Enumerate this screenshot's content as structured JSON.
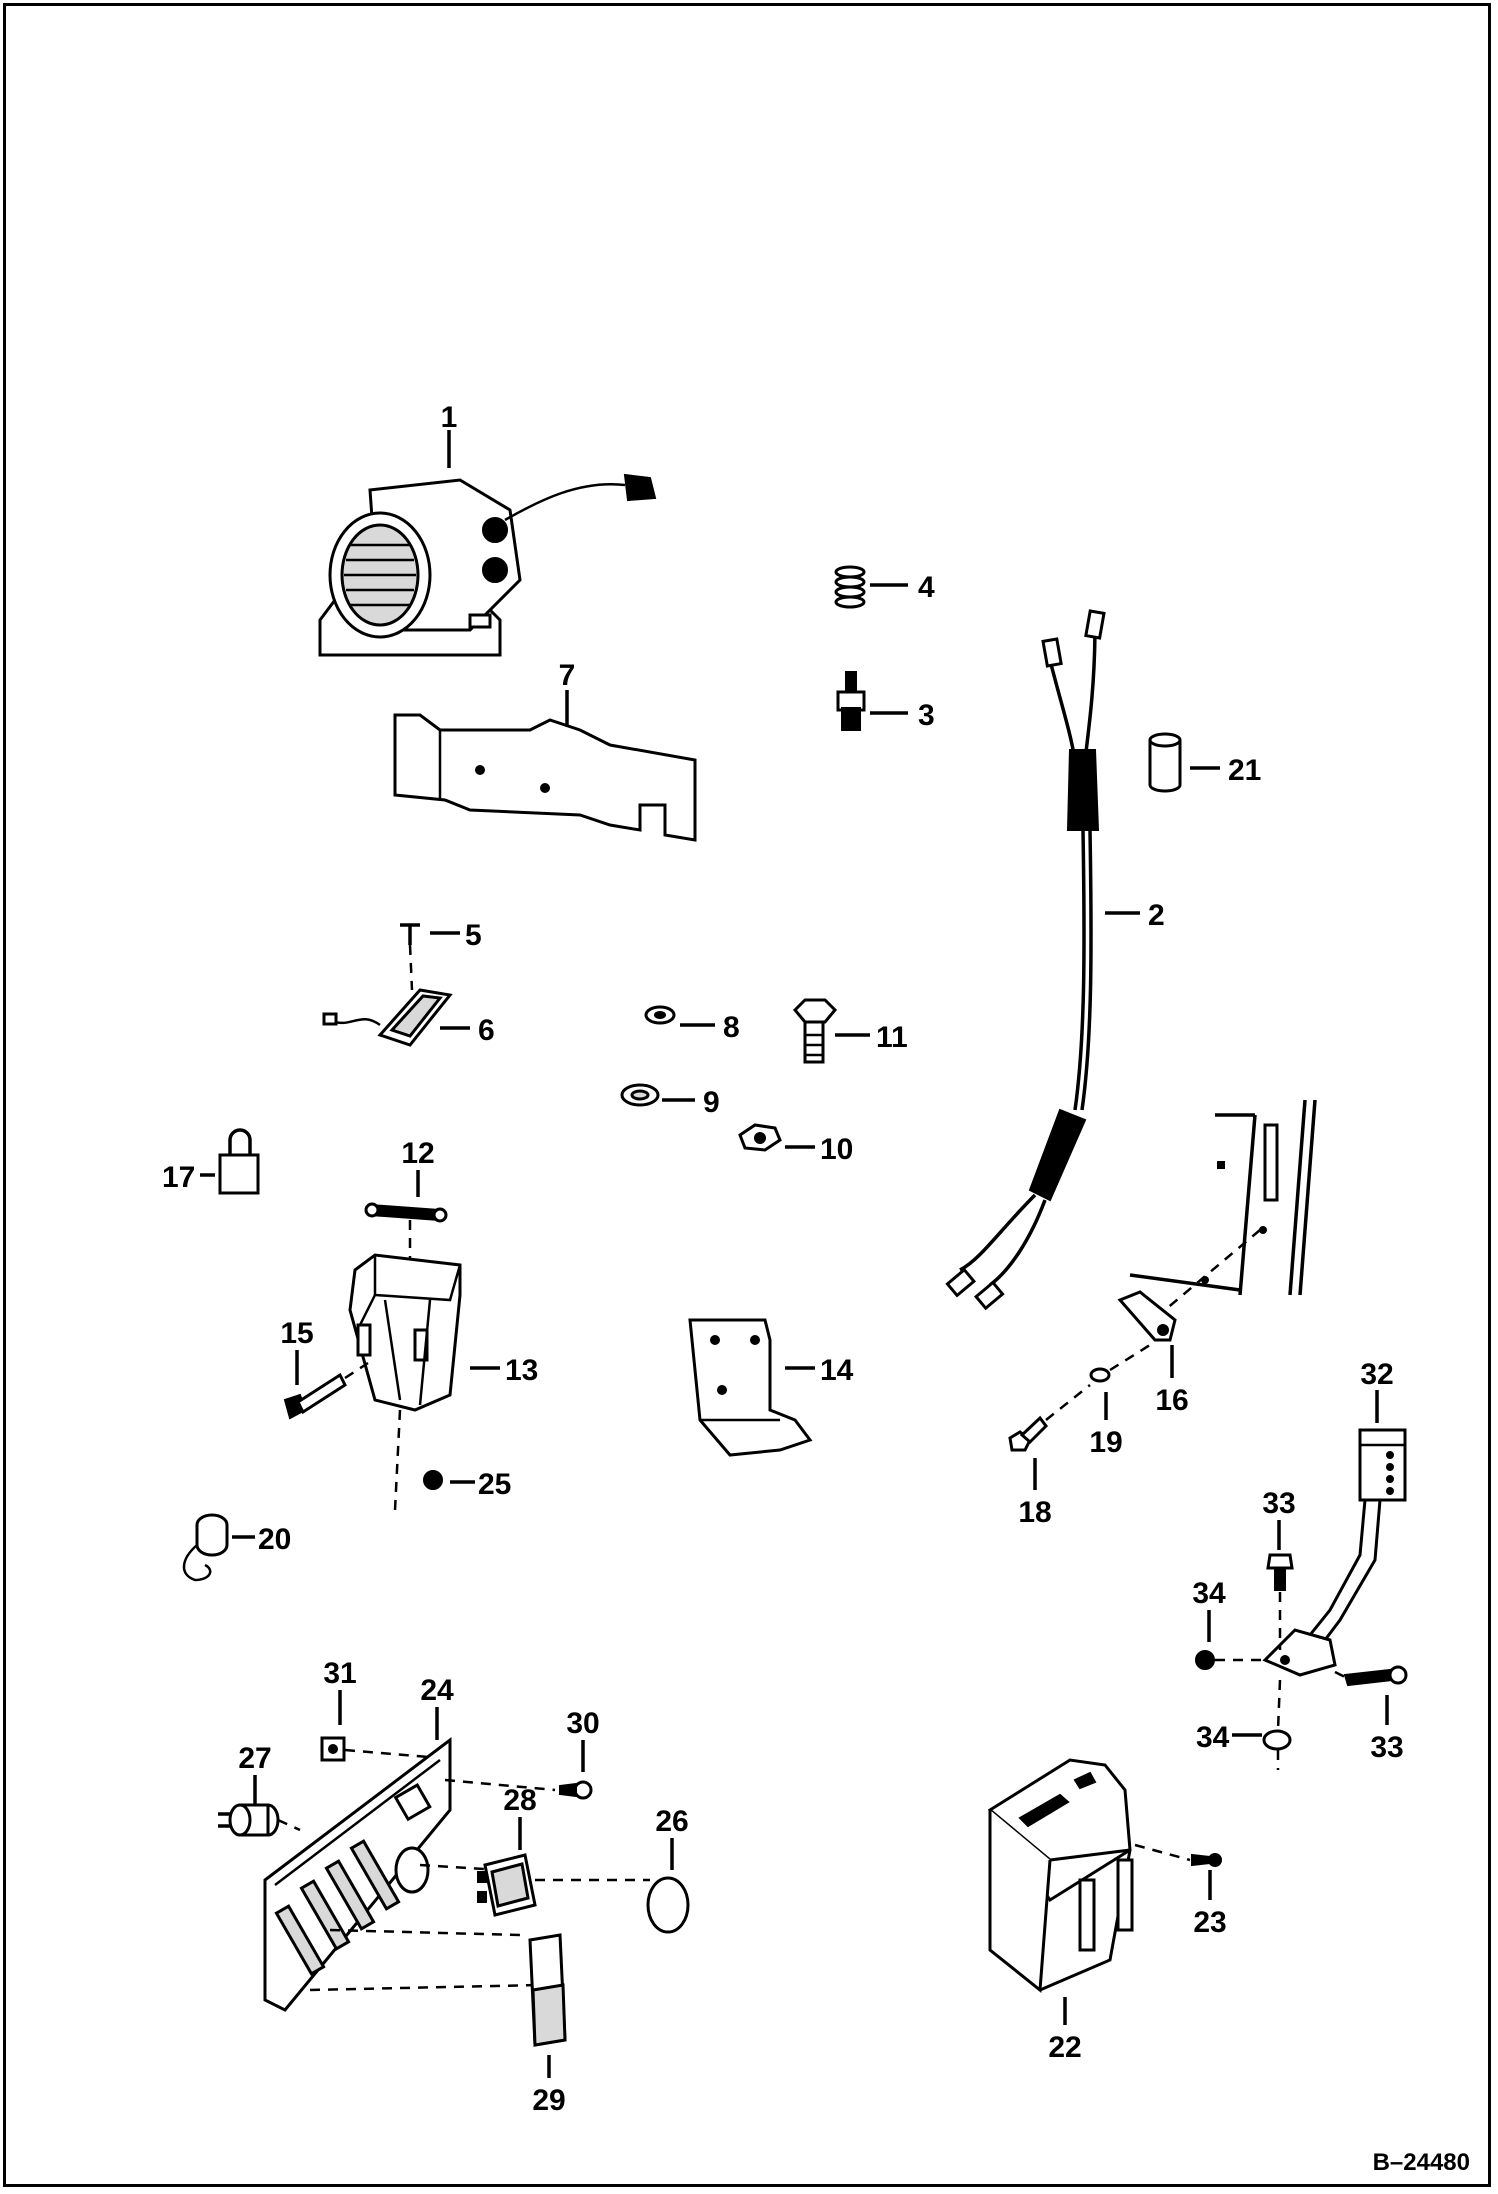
{
  "diagram": {
    "reference_code": "B–24480",
    "callouts": [
      "1",
      "2",
      "3",
      "4",
      "5",
      "6",
      "7",
      "8",
      "9",
      "10",
      "11",
      "12",
      "13",
      "14",
      "15",
      "16",
      "17",
      "18",
      "19",
      "20",
      "21",
      "22",
      "23",
      "24",
      "25",
      "26",
      "27",
      "28",
      "29",
      "30",
      "31",
      "32",
      "33",
      "33",
      "34",
      "34"
    ]
  }
}
